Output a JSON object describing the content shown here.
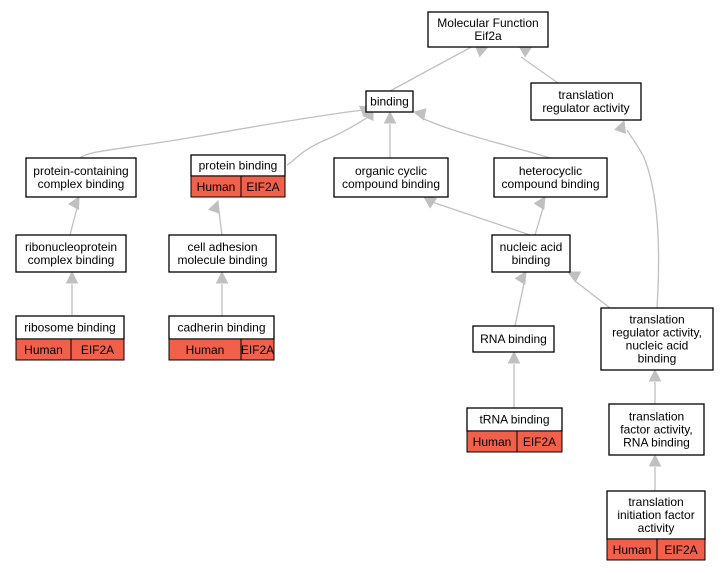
{
  "colors": {
    "edge": "#c0c0c0",
    "annotation": "#f0604a",
    "border": "#000000"
  },
  "nodes": {
    "mf": [
      "Molecular Function",
      "Eif2a"
    ],
    "binding": [
      "binding"
    ],
    "tra": [
      "translation",
      "regulator activity"
    ],
    "pccb": [
      "protein-containing",
      "complex binding"
    ],
    "pb": [
      "protein binding"
    ],
    "occb": [
      "organic cyclic",
      "compound binding"
    ],
    "hcb": [
      "heterocyclic",
      "compound binding"
    ],
    "rnpcb": [
      "ribonucleoprotein",
      "complex binding"
    ],
    "camb": [
      "cell adhesion",
      "molecule binding"
    ],
    "nab": [
      "nucleic acid",
      "binding"
    ],
    "rb": [
      "ribosome binding"
    ],
    "cb": [
      "cadherin binding"
    ],
    "rnab": [
      "RNA binding"
    ],
    "tranab": [
      "translation",
      "regulator activity,",
      "nucleic acid",
      "binding"
    ],
    "trnab": [
      "tRNA binding"
    ],
    "tfrb": [
      "translation",
      "factor activity,",
      "RNA binding"
    ],
    "tifa": [
      "translation",
      "initiation factor",
      "activity"
    ]
  },
  "annotations": {
    "pb": [
      "Human",
      "EIF2A"
    ],
    "rb": [
      "Human",
      "EIF2A"
    ],
    "cb": [
      "Human",
      "EIF2A"
    ],
    "trnab": [
      "Human",
      "EIF2A"
    ],
    "tifa": [
      "Human",
      "EIF2A"
    ]
  }
}
